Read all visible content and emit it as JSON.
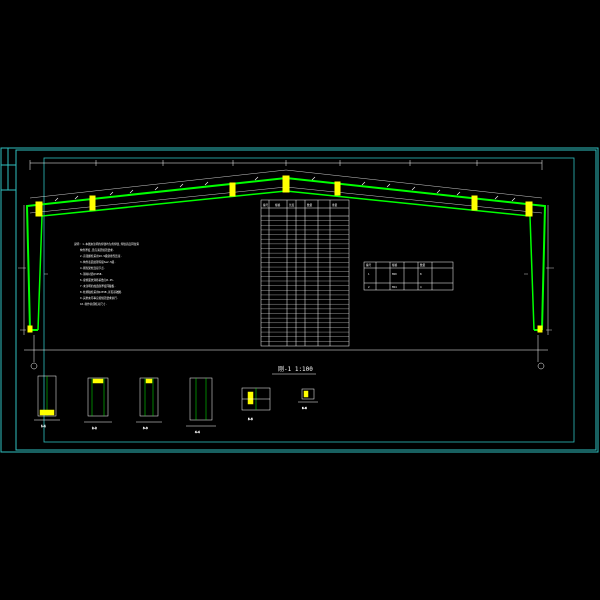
{
  "drawing": {
    "background": "#000000",
    "border_color": "#2fbfbf",
    "frame_color": "#00ff00",
    "yellow": "#ffff00",
    "line_white": "#ffffff",
    "view_caption": "刚-1 1:100"
  },
  "notes": {
    "lines": [
      "说明: 1.本图未注明的焊缝均为角焊缝,焊缝高度同较薄",
      "构件厚度,且应满足规范要求.",
      "2.高强螺栓采用10.9级摩擦型连接.",
      "3.构件表面处理等级Sa2.5级.",
      "4.刚架梁柱连接节点.",
      "5.钢材材质Q345B.",
      "6.摩擦面抗滑移系数为0.45.",
      "7.未注明的加劲肋厚度同腹板.",
      "8.柱脚锚栓采用Q235B,详见基础图.",
      "9.其他未尽事宜按规范要求执行.",
      "10.制作前须核对尺寸."
    ]
  },
  "material_table": {
    "headers": [
      "编号",
      "规格",
      "长度",
      "数量",
      "重量"
    ],
    "row_count": 28
  },
  "bolt_table": {
    "headers": [
      "编号",
      "规格",
      "数量"
    ],
    "rows": [
      [
        "1",
        "M20",
        "8"
      ],
      [
        "2",
        "M24",
        "4"
      ]
    ]
  },
  "details": [
    {
      "label": "1-1"
    },
    {
      "label": "2-2"
    },
    {
      "label": "3-3"
    },
    {
      "label": "4-4"
    },
    {
      "label": "5-5"
    },
    {
      "label": "6-6"
    }
  ]
}
